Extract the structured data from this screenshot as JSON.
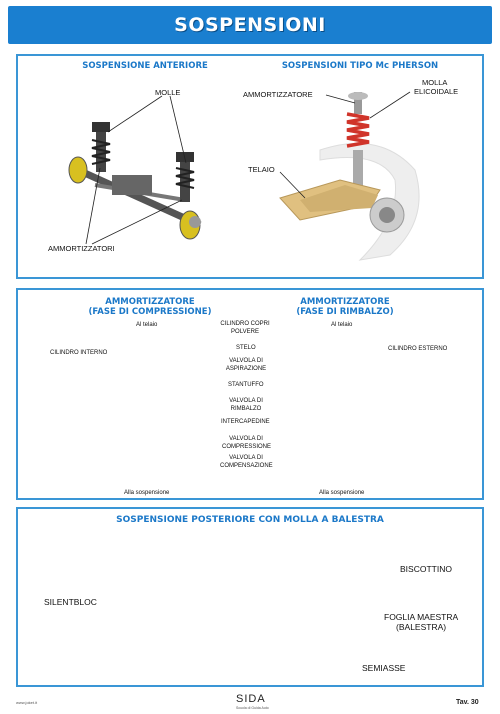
{
  "header": {
    "title": "SOSPENSIONI"
  },
  "section1": {
    "front_title": "SOSPENSIONE ANTERIORE",
    "mcpherson_title": "SOSPENSIONI TIPO Mc PHERSON",
    "labels": {
      "molle": "MOLLE",
      "ammortizzatori": "AMMORTIZZATORI",
      "ammortizzatore": "AMMORTIZZATORE",
      "molla_elicoidale_1": "MOLLA",
      "molla_elicoidale_2": "ELICOIDALE",
      "telaio": "TELAIO"
    }
  },
  "section2": {
    "left_title_1": "AMMORTIZZATORE",
    "left_title_2": "(FASE DI COMPRESSIONE)",
    "right_title_1": "AMMORTIZZATORE",
    "right_title_2": "(FASE DI RIMBALZO)",
    "al_telaio": "Al telaio",
    "alla_sospensione": "Alla sospensione",
    "cilindro_interno": "CILINDRO INTERNO",
    "cilindro_esterno": "CILINDRO ESTERNO",
    "center_labels": {
      "cilindro_copri_1": "CILINDRO COPRI",
      "cilindro_copri_2": "POLVERE",
      "stelo": "STELO",
      "valvola_asp_1": "VALVOLA DI",
      "valvola_asp_2": "ASPIRAZIONE",
      "stantuffo": "STANTUFFO",
      "valvola_rimb_1": "VALVOLA DI",
      "valvola_rimb_2": "RIMBALZO",
      "intercapedine": "INTERCAPEDINE",
      "valvola_comp_1": "VALVOLA DI",
      "valvola_comp_2": "COMPRESSIONE",
      "valvola_compens_1": "VALVOLA DI",
      "valvola_compens_2": "COMPENSAZIONE"
    }
  },
  "section3": {
    "title": "SOSPENSIONE POSTERIORE CON MOLLA A BALESTRA",
    "biscottino": "BISCOTTINO",
    "silentbloc": "SILENTBLOC",
    "foglia_1": "FOGLIA MAESTRA",
    "foglia_2": "(BALESTRA)",
    "semiasse": "SEMIASSE"
  },
  "footer": {
    "left": "www.joket.it",
    "center": "SIDA",
    "center_sub": "Scuola di Guida Auto",
    "right": "Tav. 30"
  },
  "colors": {
    "banner": "#1a7fd0",
    "panel_border": "#3a96d6",
    "title_blue": "#1b78c8",
    "spring": "#e0552a",
    "frame_red": "#b03020",
    "cylinder": "#7a5a2a"
  }
}
